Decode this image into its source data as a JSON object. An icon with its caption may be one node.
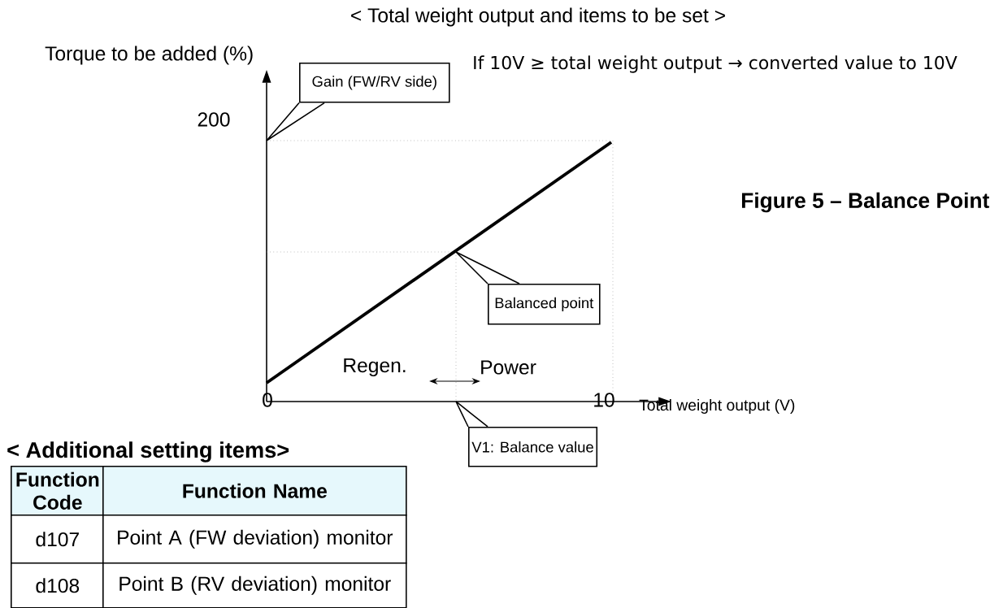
{
  "diagram": {
    "title": "< Total weight output and items to be set >",
    "caption": "Figure 5 – Balance Point",
    "nodes": [
      {
        "text": [
          "Gain (FW/RV side)"
        ]
      },
      {
        "text": [
          "Balanced point"
        ]
      },
      {
        "text": [
          "V1: Balance value"
        ]
      }
    ],
    "edges": [
      {
        "from": 0,
        "to": null,
        "arrow": "none"
      },
      {
        "from": 1,
        "to": null,
        "arrow": "none"
      },
      {
        "from": 2,
        "to": null,
        "arrow": "none"
      }
    ],
    "labels": [
      "Torque to be added (%)",
      "If 10V ≥ total weight output → converted value to 10V",
      "200",
      "Regen.",
      "Power",
      "0",
      "10",
      "Total weight output (V)",
      "< Additional setting items>",
      "Function Code",
      "Function Name",
      "d107",
      "Point A (FW deviation) monitor",
      "d108",
      "Point B (RV deviation) monitor"
    ]
  }
}
